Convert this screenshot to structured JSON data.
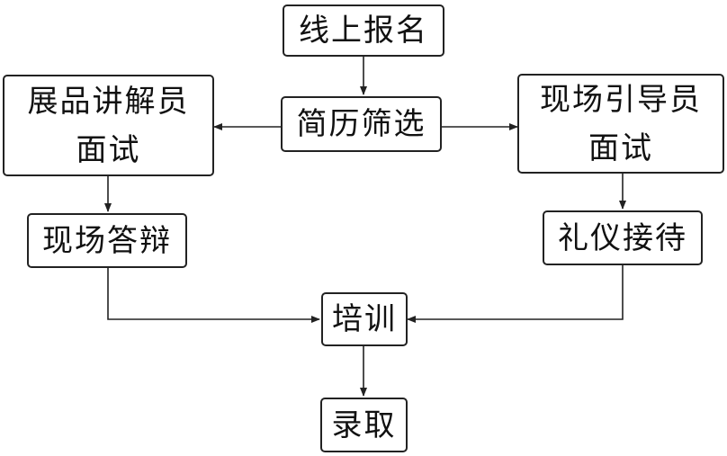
{
  "nodes": {
    "online_signup": "线上报名",
    "resume_screening": "简历筛选",
    "guide_interview_line1": "展品讲解员",
    "guide_interview_line2": "面试",
    "onsite_guide_interview_line1": "现场引导员",
    "onsite_guide_interview_line2": "面试",
    "onsite_defense": "现场答辩",
    "etiquette_reception": "礼仪接待",
    "training": "培训",
    "admission": "录取"
  },
  "colors": {
    "line": "#222222",
    "box_border": "#222222",
    "text": "#111111",
    "background": "#ffffff"
  }
}
